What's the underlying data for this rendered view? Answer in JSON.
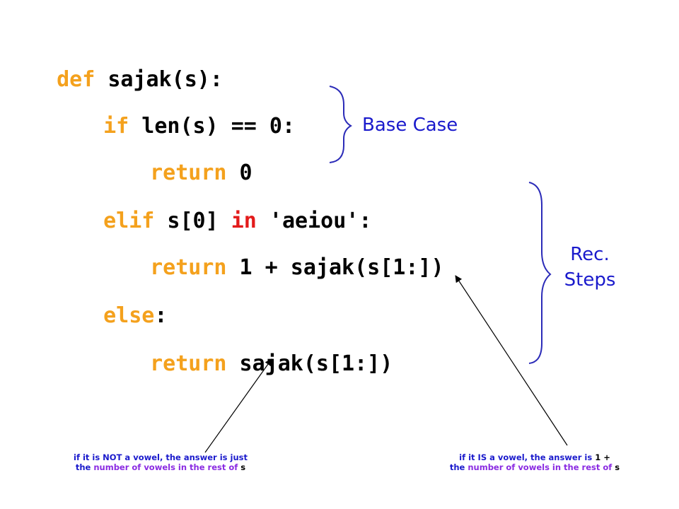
{
  "code": {
    "line1": {
      "kw": "def",
      "rest": " sajak(s):"
    },
    "line2": {
      "kw": "if",
      "rest": " len(s) == 0:"
    },
    "line3": {
      "kw": "return",
      "rest": " 0"
    },
    "line4": {
      "kw": "elif",
      "mid": " s[0] ",
      "red": "in",
      "rest": " 'aeiou':"
    },
    "line5": {
      "kw": "return",
      "rest": " 1 + sajak(s[1:])"
    },
    "line6": {
      "kw": "else",
      "rest": ":"
    },
    "line7": {
      "kw": "return",
      "rest": " sajak(s[1:])"
    }
  },
  "labels": {
    "base_case": "Base Case",
    "rec_line1": "Rec.",
    "rec_line2": "Steps"
  },
  "notes": {
    "left": {
      "l1a": "if it is NOT a vowel, the answer is just",
      "l2a": "the ",
      "l2b": "number of vowels in the rest of",
      "l2c": " s"
    },
    "right": {
      "l1a": "if it IS a vowel, the answer is ",
      "l1b": "1 +",
      "l2a": "the ",
      "l2b": "number of vowels in the rest of",
      "l2c": " s"
    }
  },
  "colors": {
    "keyword": "#f4a11d",
    "operator_in": "#e31b1b",
    "annotation": "#1a1acc",
    "emphasis": "#8a2be2",
    "brace": "#2b2bb8"
  }
}
